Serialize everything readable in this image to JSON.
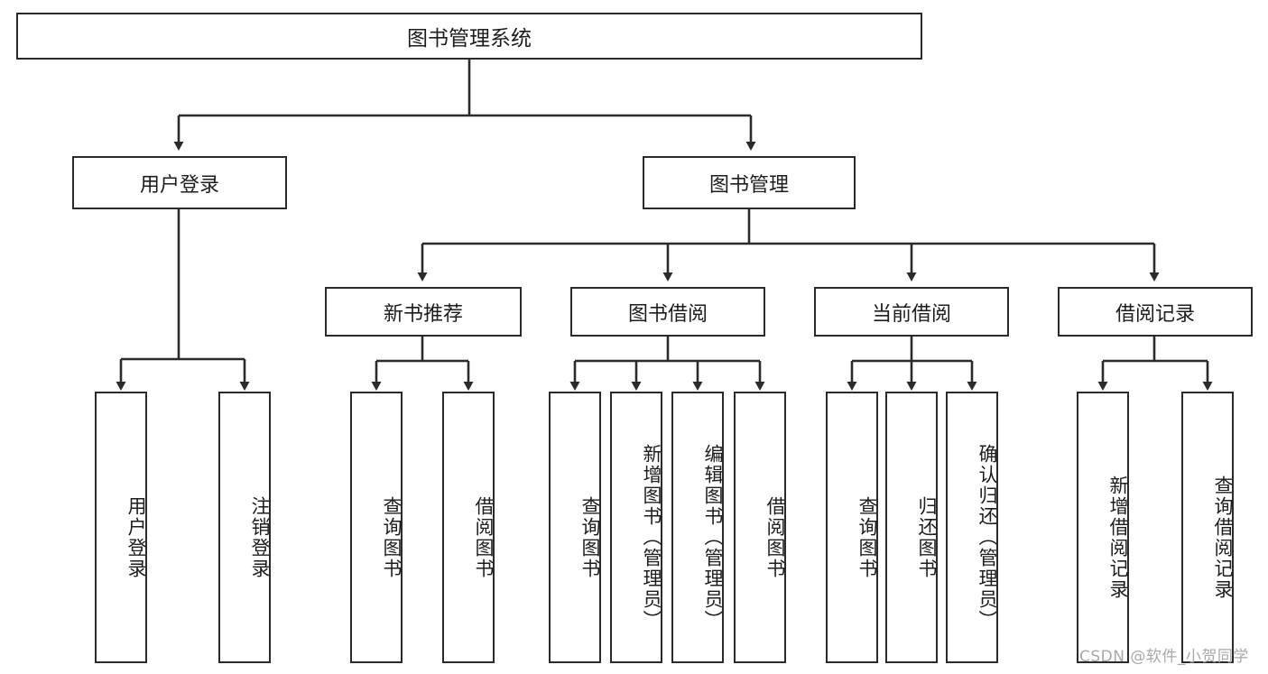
{
  "diagram": {
    "title": "图书管理系统",
    "type": "tree-hierarchy-chart",
    "colors": {
      "box_border": "#2b2b2b",
      "box_fill": "#ffffff",
      "connector": "#2b2b2b",
      "text": "#1d1d1d",
      "watermark": "#a8a8a8"
    },
    "root": {
      "label": "图书管理系统"
    },
    "level1": [
      {
        "label": "用户登录"
      },
      {
        "label": "图书管理"
      }
    ],
    "level2": [
      {
        "label": "新书推荐"
      },
      {
        "label": "图书借阅"
      },
      {
        "label": "当前借阅"
      },
      {
        "label": "借阅记录"
      }
    ],
    "leaves": {
      "user_login": [
        {
          "label": "用户登录"
        },
        {
          "label": "注销登录"
        }
      ],
      "new_book_recommend": [
        {
          "label": "查询图书"
        },
        {
          "label": "借阅图书"
        }
      ],
      "book_borrow": [
        {
          "label": "查询图书"
        },
        {
          "label": "新增图书（管理员）"
        },
        {
          "label": "编辑图书（管理员）"
        },
        {
          "label": "借阅图书"
        }
      ],
      "current_borrow": [
        {
          "label": "查询图书"
        },
        {
          "label": "归还图书"
        },
        {
          "label": "确认归还（管理员）"
        }
      ],
      "borrow_record": [
        {
          "label": "新增借阅记录"
        },
        {
          "label": "查询借阅记录"
        }
      ]
    }
  },
  "watermark": {
    "text": "CSDN @软件_小贺同学"
  }
}
